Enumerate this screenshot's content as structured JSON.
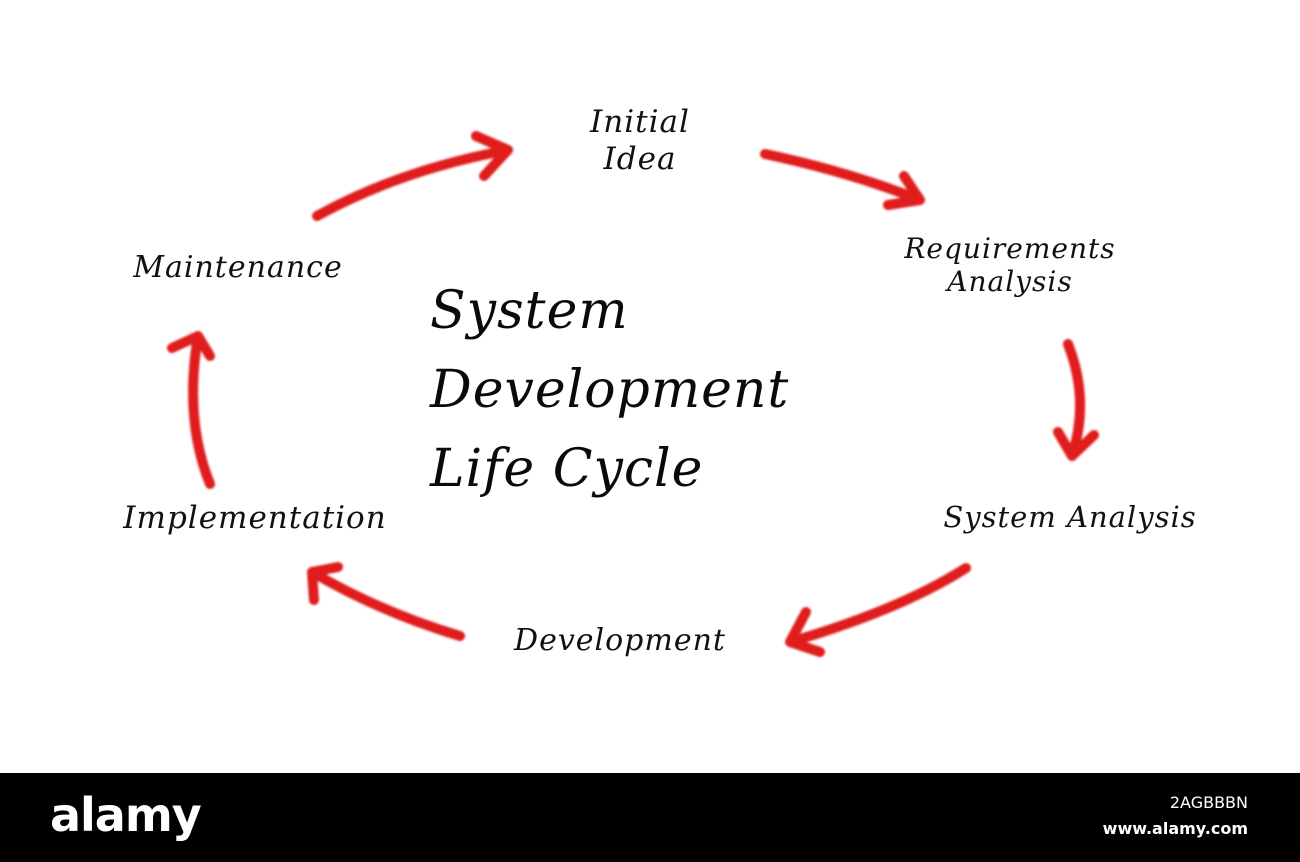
{
  "diagram": {
    "center_title": [
      "System",
      "Development",
      "Life Cycle"
    ],
    "arrow_color": "#e01b1b",
    "stages": [
      {
        "id": "initial",
        "lines": [
          "Initial",
          "Idea"
        ]
      },
      {
        "id": "requirements",
        "lines": [
          "Requirements",
          "Analysis"
        ]
      },
      {
        "id": "system_analysis",
        "lines": [
          "System Analysis"
        ]
      },
      {
        "id": "development",
        "lines": [
          "Development"
        ]
      },
      {
        "id": "implementation",
        "lines": [
          "Implementation"
        ]
      },
      {
        "id": "maintenance",
        "lines": [
          "Maintenance"
        ]
      }
    ],
    "flow": [
      "initial",
      "requirements",
      "system_analysis",
      "development",
      "implementation",
      "maintenance",
      "initial"
    ]
  },
  "footer": {
    "background": "#000000",
    "brand": "alamy",
    "image_id": "2AGBBBN",
    "url": "www.alamy.com"
  }
}
